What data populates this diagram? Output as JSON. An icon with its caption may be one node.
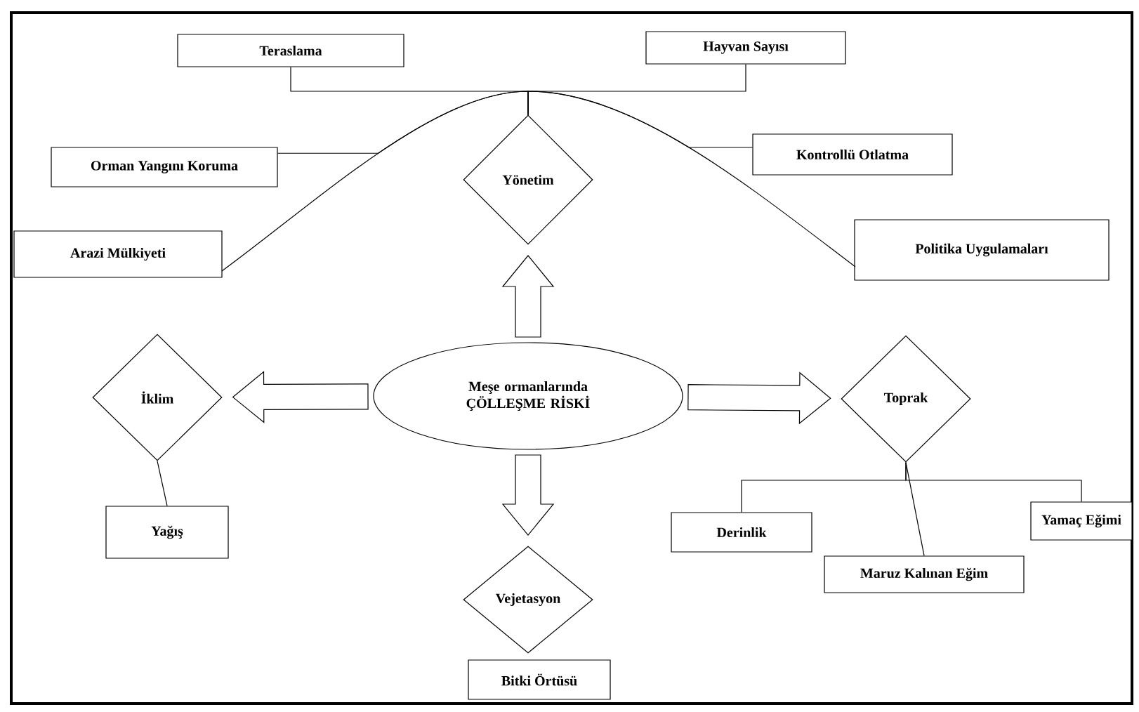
{
  "diagram": {
    "nodes": [
      {
        "text": [
          "Meşe ormanlarında ÇÖLLEŞME RİSKİ"
        ]
      },
      {
        "text": [
          "Yönetim"
        ]
      },
      {
        "text": [
          "İklim"
        ]
      },
      {
        "text": [
          "Toprak"
        ]
      },
      {
        "text": [
          "Vejetasyon"
        ]
      },
      {
        "text": [
          "Teraslama"
        ]
      },
      {
        "text": [
          "Hayvan Sayısı"
        ]
      },
      {
        "text": [
          "Orman Yangını Koruma"
        ]
      },
      {
        "text": [
          "Kontrollü Otlatma"
        ]
      },
      {
        "text": [
          "Arazi Mülkiyeti"
        ]
      },
      {
        "text": [
          "Politika Uygulamaları"
        ]
      },
      {
        "text": [
          "Yağış"
        ]
      },
      {
        "text": [
          "Derinlik"
        ]
      },
      {
        "text": [
          "Maruz Kalınan Eğim"
        ]
      },
      {
        "text": [
          "Yamaç Eğimi"
        ]
      },
      {
        "text": [
          "Bitki Örtüsü"
        ]
      }
    ],
    "edges": [
      {
        "from": 0,
        "to": 1,
        "arrow": "to"
      },
      {
        "from": 0,
        "to": 2,
        "arrow": "to"
      },
      {
        "from": 0,
        "to": 3,
        "arrow": "to"
      },
      {
        "from": 0,
        "to": 4,
        "arrow": "to"
      },
      {
        "from": 1,
        "to": 5,
        "arrow": "none"
      },
      {
        "from": 1,
        "to": 6,
        "arrow": "none"
      },
      {
        "from": 1,
        "to": 7,
        "arrow": "none"
      },
      {
        "from": 1,
        "to": 8,
        "arrow": "none"
      },
      {
        "from": 1,
        "to": 9,
        "arrow": "none"
      },
      {
        "from": 1,
        "to": 10,
        "arrow": "none"
      },
      {
        "from": 2,
        "to": 11,
        "arrow": "none"
      },
      {
        "from": 3,
        "to": 12,
        "arrow": "none"
      },
      {
        "from": 3,
        "to": 13,
        "arrow": "none"
      },
      {
        "from": 3,
        "to": 14,
        "arrow": "none"
      }
    ]
  }
}
